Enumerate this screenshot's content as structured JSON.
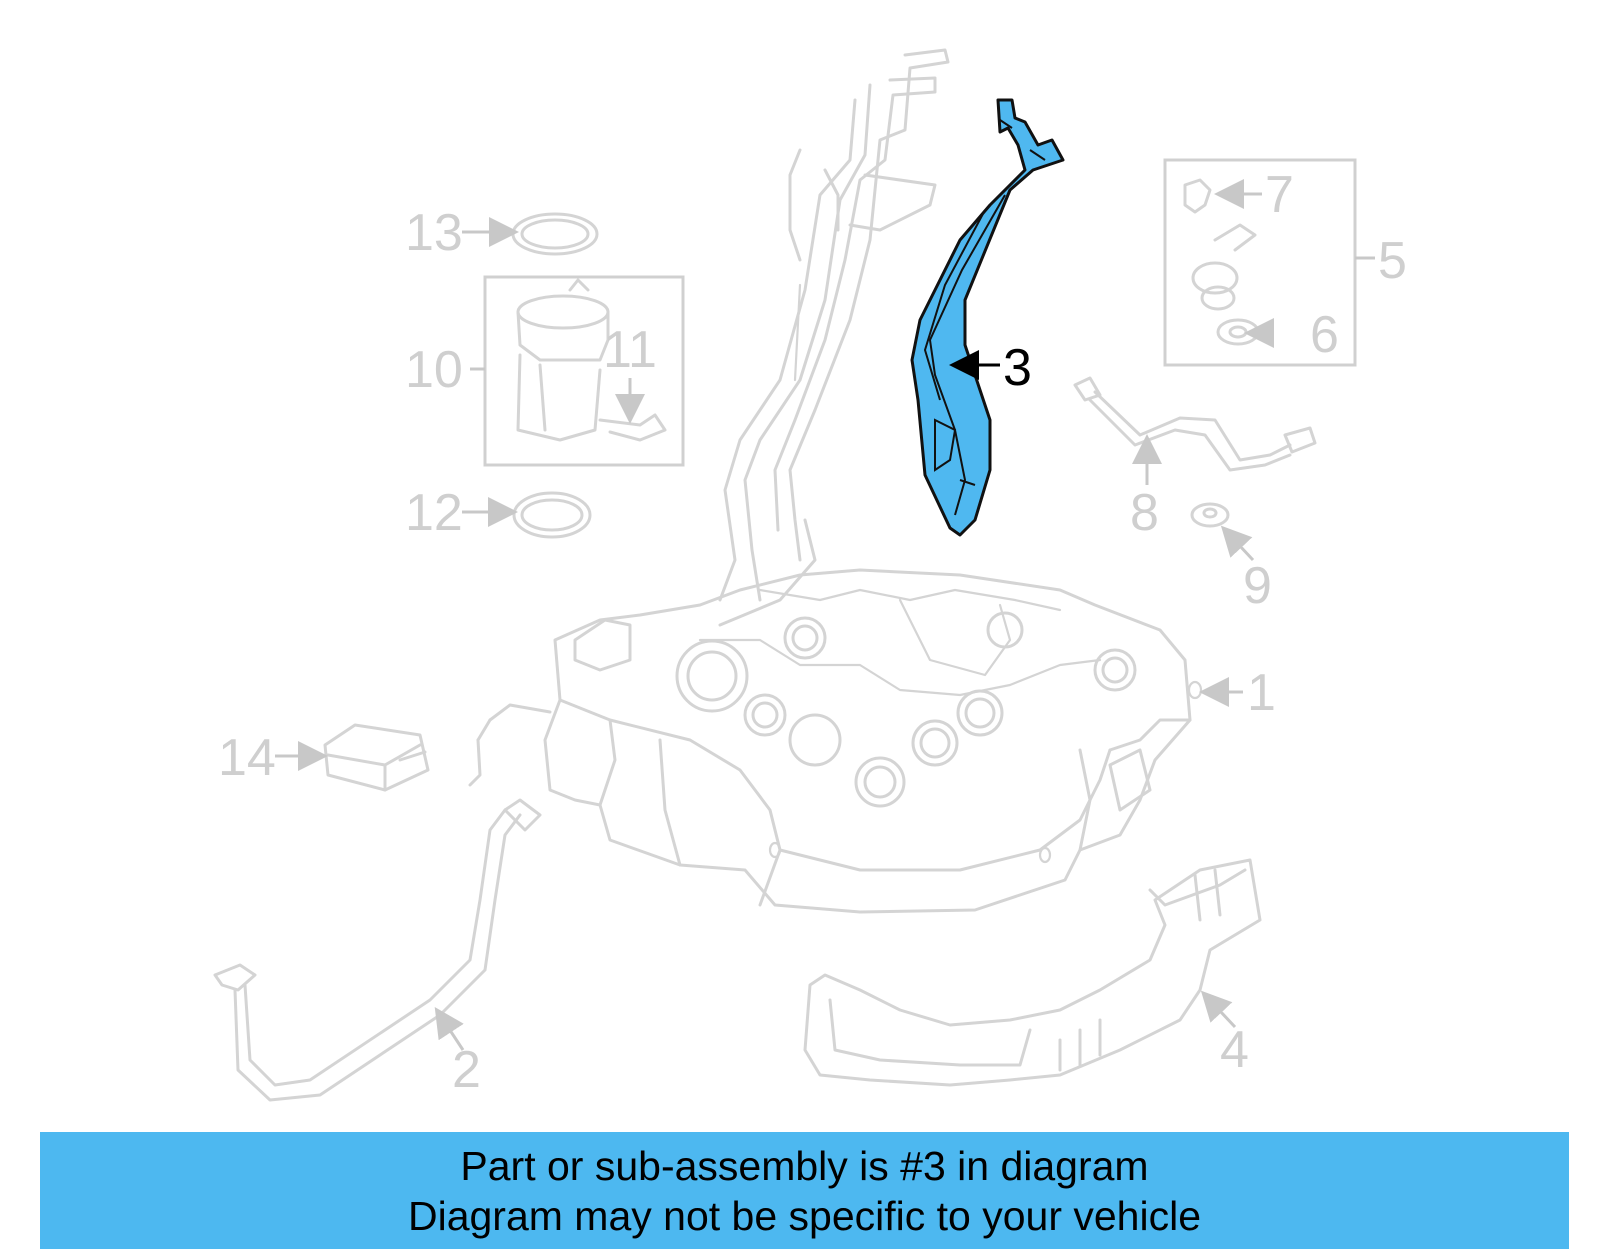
{
  "diagram": {
    "highlighted_part": "3",
    "highlight_color": "#4fb8f0",
    "callouts": [
      {
        "id": "1",
        "label": "1"
      },
      {
        "id": "2",
        "label": "2"
      },
      {
        "id": "3",
        "label": "3"
      },
      {
        "id": "4",
        "label": "4"
      },
      {
        "id": "5",
        "label": "5"
      },
      {
        "id": "6",
        "label": "6"
      },
      {
        "id": "7",
        "label": "7"
      },
      {
        "id": "8",
        "label": "8"
      },
      {
        "id": "9",
        "label": "9"
      },
      {
        "id": "10",
        "label": "10"
      },
      {
        "id": "11",
        "label": "11"
      },
      {
        "id": "12",
        "label": "12"
      },
      {
        "id": "13",
        "label": "13"
      },
      {
        "id": "14",
        "label": "14"
      }
    ]
  },
  "banner": {
    "line1": "Part or sub-assembly is #3 in diagram",
    "line2": "Diagram may not be specific to your vehicle",
    "color": "#4db8f0"
  }
}
